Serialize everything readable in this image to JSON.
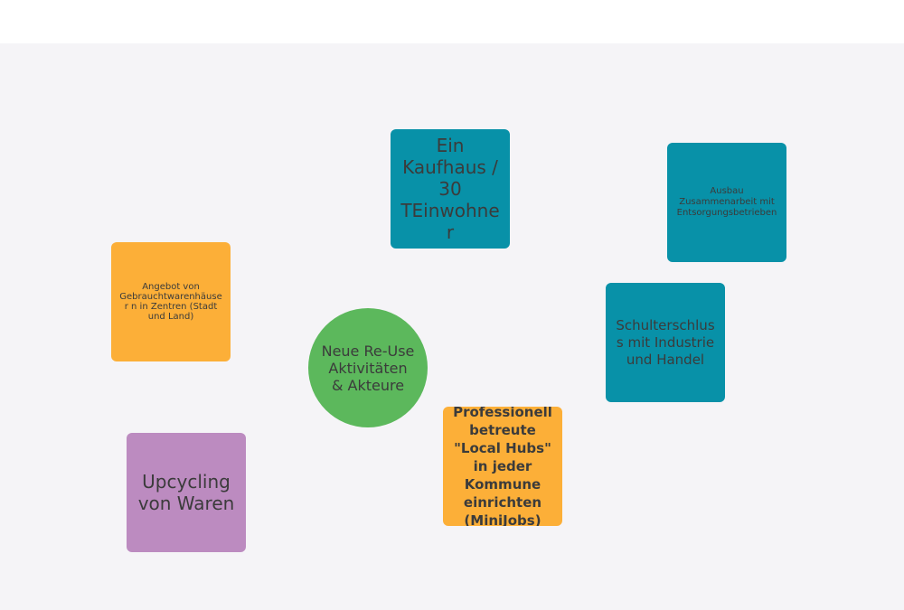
{
  "colors": {
    "teal": "#0891a8",
    "orange": "#fcaf38",
    "green": "#5cb85c",
    "purple": "#bc8bc0",
    "board_background": "#f5f4f7"
  },
  "notes": {
    "kaufhaus": {
      "text": "Ein Kaufhaus / 30 TEinwohner",
      "color": "#0891a8"
    },
    "ausbau": {
      "text": "Ausbau Zusammenarbeit mit Entsorgungsbetrieben",
      "color": "#0891a8"
    },
    "angebot": {
      "text": "Angebot von Gebrauchtwarenhäuser n in Zentren (Stadt und Land)",
      "color": "#fcaf38"
    },
    "schulterschluss": {
      "text": "Schulterschluss mit Industrie und Handel",
      "color": "#0891a8"
    },
    "neue": {
      "text": "Neue Re-Use Aktivitäten & Akteure",
      "color": "#5cb85c"
    },
    "local_hubs": {
      "text": "Professionell betreute \"Local Hubs\" in jeder Kommune einrichten (MiniJobs)",
      "color": "#fcaf38"
    },
    "upcycling": {
      "text": "Upcycling von Waren",
      "color": "#bc8bc0"
    }
  }
}
